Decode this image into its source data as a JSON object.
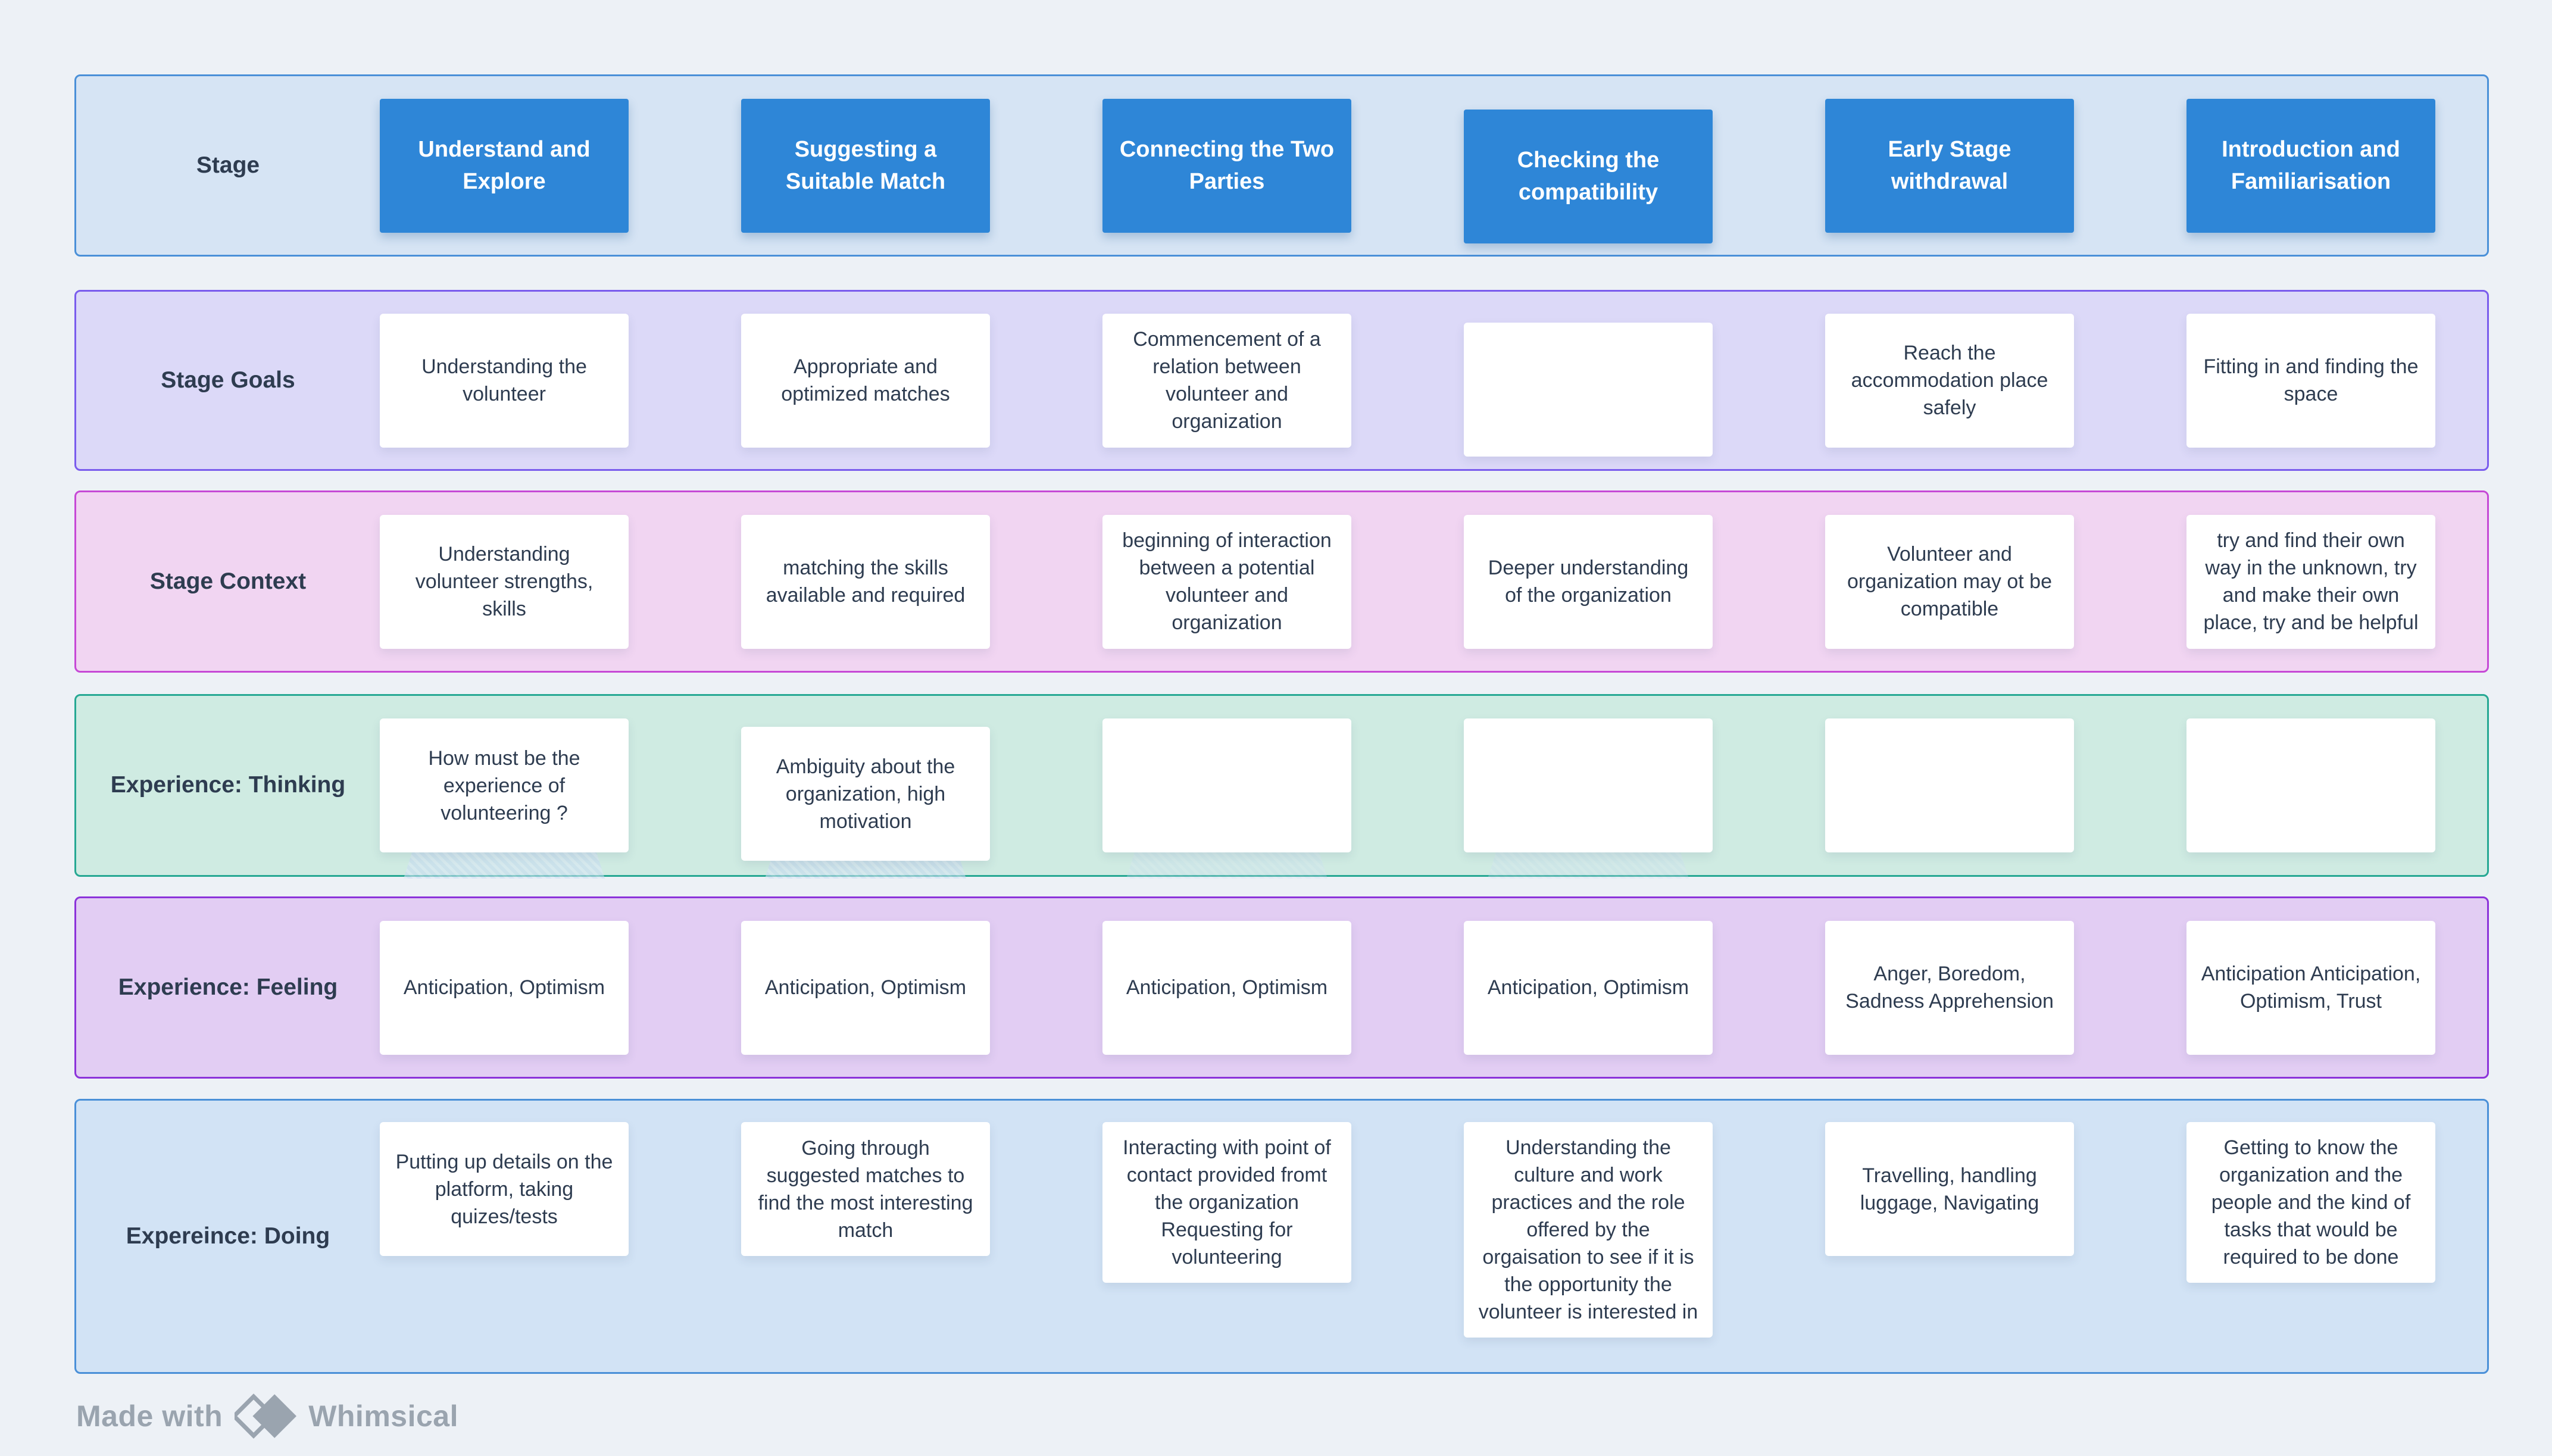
{
  "palette": {
    "page_bg": "#edf1f6",
    "stage_box_fill": "#2e86d7",
    "stage_box_text": "#ffffff",
    "card_bg": "#ffffff",
    "card_text": "#2e3c50",
    "footer_gray": "#9aa4af"
  },
  "footer": {
    "made_with": "Made with",
    "brand": "Whimsical"
  },
  "rows": [
    {
      "id": "stage",
      "label": "Stage",
      "type": "header",
      "colors": {
        "bg": "#d6e4f4",
        "border": "#4a90d8"
      },
      "cells": [
        {
          "text": "Understand and Explore"
        },
        {
          "text": "Suggesting a Suitable Match"
        },
        {
          "text": "Connecting the Two Parties"
        },
        {
          "text": "Checking the compatibility"
        },
        {
          "text": "Early Stage withdrawal"
        },
        {
          "text": "Introduction and Familiarisation"
        }
      ]
    },
    {
      "id": "stage-goals",
      "label": "Stage Goals",
      "type": "notes",
      "colors": {
        "bg": "#dcd9f8",
        "border": "#7a5ced"
      },
      "cells": [
        {
          "text": "Understanding the volunteer"
        },
        {
          "text": "Appropriate and optimized matches"
        },
        {
          "text": "Commencement of a relation between volunteer and organization"
        },
        {
          "text": ""
        },
        {
          "text": "Reach the accommodation place safely"
        },
        {
          "text": "Fitting in and finding the space"
        }
      ]
    },
    {
      "id": "stage-context",
      "label": "Stage Context",
      "type": "notes",
      "colors": {
        "bg": "#f1d5f2",
        "border": "#c649d6"
      },
      "cells": [
        {
          "text": "Understanding volunteer strengths, skills"
        },
        {
          "text": "matching the skills available and required"
        },
        {
          "text": "beginning of interaction between a potential volunteer and organization"
        },
        {
          "text": "Deeper understanding of the organization"
        },
        {
          "text": "Volunteer and organization may ot be compatible"
        },
        {
          "text": "try and find their own way in the unknown, try and make their own place, try and be helpful"
        }
      ]
    },
    {
      "id": "experience-thinking",
      "label": "Experience: Thinking",
      "type": "notes",
      "colors": {
        "bg": "#cfebe2",
        "border": "#26a893"
      },
      "cells": [
        {
          "text": "How must be the experience of volunteering ?"
        },
        {
          "text": "Ambiguity about the organization, high motivation"
        },
        {
          "text": ""
        },
        {
          "text": ""
        },
        {
          "text": ""
        },
        {
          "text": ""
        }
      ]
    },
    {
      "id": "experience-feeling",
      "label": "Experience: Feeling",
      "type": "notes",
      "colors": {
        "bg": "#e2cdf3",
        "border": "#8c33da"
      },
      "cells": [
        {
          "text": "Anticipation, Optimism"
        },
        {
          "text": "Anticipation, Optimism"
        },
        {
          "text": "Anticipation, Optimism"
        },
        {
          "text": "Anticipation, Optimism"
        },
        {
          "text": "Anger, Boredom, Sadness Apprehension"
        },
        {
          "text": "Anticipation Anticipation, Optimism, Trust"
        }
      ]
    },
    {
      "id": "experience-doing",
      "label": "Expereince: Doing",
      "type": "notes",
      "colors": {
        "bg": "#d2e3f5",
        "border": "#4a90d8"
      },
      "cells": [
        {
          "text": "Putting up details on the platform, taking quizes/tests"
        },
        {
          "text": "Going through suggested matches to find the most interesting match"
        },
        {
          "text": "Interacting with point of contact provided fromt the organization Requesting for volunteering"
        },
        {
          "text": "Understanding the culture and work practices and the role offered by the orgaisation to see if it is the opportunity the volunteer is interested in"
        },
        {
          "text": "Travelling, handling luggage, Navigating"
        },
        {
          "text": "Getting to know the organization and the people and the kind of tasks that would be required to be done"
        }
      ]
    }
  ]
}
